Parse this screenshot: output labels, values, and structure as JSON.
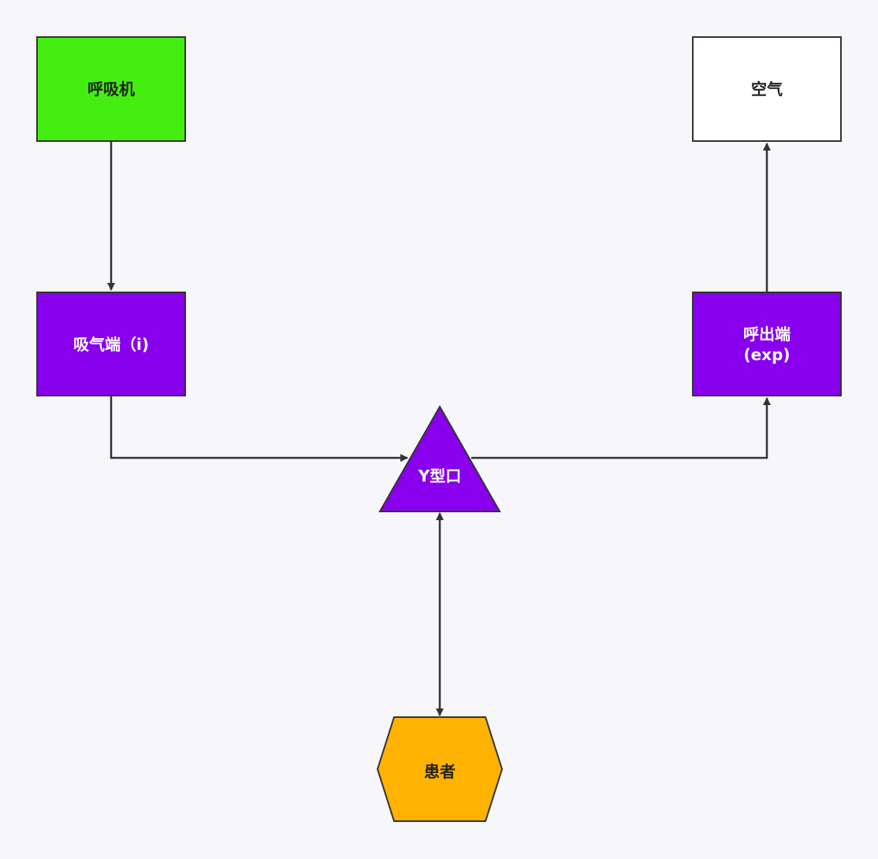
{
  "nodes": {
    "ventilator": "呼吸机",
    "air": "空气",
    "inhale_port": "吸气端（i)",
    "exhale_port": "呼出端\n(exp)",
    "y_piece": "Y型口",
    "patient": "患者"
  },
  "colors": {
    "ventilator": "#44ee11",
    "ports": "#8800ee",
    "patient": "#ffb300",
    "air": "#ffffff"
  }
}
